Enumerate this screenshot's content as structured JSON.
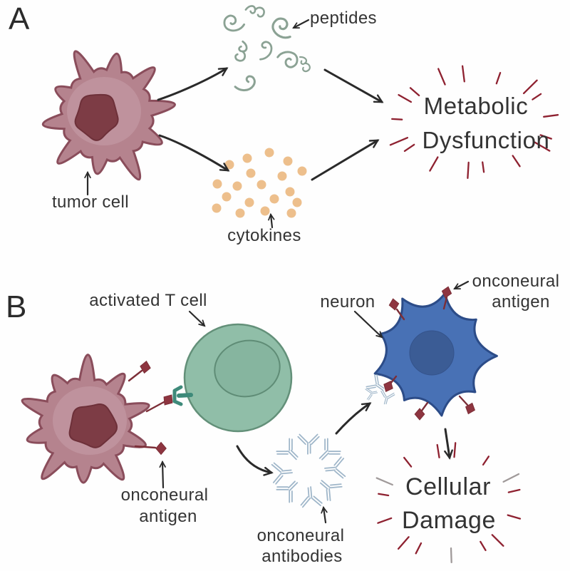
{
  "panel_a": {
    "panel_label": "A",
    "tumor_cell_label": "tumor cell",
    "peptides_label": "peptides",
    "cytokines_label": "cytokines",
    "outcome_line1": "Metabolic",
    "outcome_line2": "Dysfunction"
  },
  "panel_b": {
    "panel_label": "B",
    "activated_t_cell_label": "activated T cell",
    "neuron_label": "neuron",
    "onconeural_antigen_neuron_line1": "onconeural",
    "onconeural_antigen_neuron_line2": "antigen",
    "onconeural_antigen_tumor_line1": "onconeural",
    "onconeural_antigen_tumor_line2": "antigen",
    "onconeural_antibodies_line1": "onconeural",
    "onconeural_antibodies_line2": "antibodies",
    "outcome_line1": "Cellular",
    "outcome_line2": "Damage"
  },
  "colors": {
    "tumor_body": "#b5838e",
    "tumor_outline": "#8a4d5b",
    "tumor_nucleus": "#7d3c45",
    "t_cell_body": "#90bea8",
    "t_cell_outline": "#639079",
    "t_cell_nucleus": "#86b59f",
    "t_cell_receptor": "#3e8a7a",
    "neuron_body": "#4871b5",
    "neuron_outline": "#2c4c88",
    "neuron_nucleus": "#3b5c94",
    "antigen": "#8e3540",
    "antibody": "#9fb6c9",
    "peptide": "#8ba294",
    "cytokine": "#edbf8c",
    "starburst": "#8e2130",
    "starburst_alt": "#a09a9a",
    "arrow": "#2a2a2a",
    "text": "#343434"
  }
}
